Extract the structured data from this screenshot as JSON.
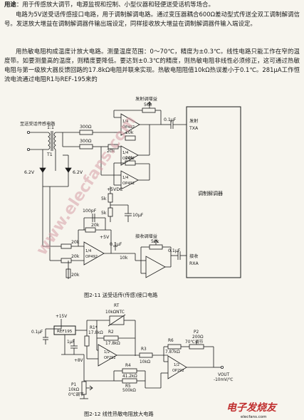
{
  "paragraphs": {
    "p1_lead": "用途",
    "p1_text": "：用于传感放大调节，电源监视和控制、小型仪器和轻便送受话机等场合。",
    "p2_text": "电路为5V送受话传感接口电路，用于调制解调电路。通过变压器耦合600Ω差动型式传送全双工调制解调信号。发送放大增益在调制解调器件输出端设定，同样接收放大增益在调制解调器件输入端设定。",
    "p3_text": "用热敏电阻构成温度计放大电路。测量温度范围：0～70℃，精度为±0.3℃。线性电路只能工作在窄的温度带。如要测量高的温度，则精度要降低。要达到±0.3℃的精度，则热敏电阻非线性必须修正，这可通过热敏电阻与第一级放大器反馈回路的17.8kΩ电阻并联来实现。热敏电阻阻值10kΩ热误差小于0.1℃。281μA工作恒流电流通过电阻R1与REF-195来的"
  },
  "figure1": {
    "caption": "图2-11  送受话传(传感)接口电路",
    "labels": {
      "tx_gain": "发射调增益",
      "line_side": "至送受话传感电路",
      "ratio": "1:1",
      "t1": "T1",
      "r300a": "300Ω",
      "r300b": "300Ω",
      "r20k_a": "20k",
      "r20k_b": "20k",
      "r20k_c": "20k",
      "r20k_d": "20k",
      "r20k_e": "20k",
      "r20k_f": "20k",
      "r20k_g": "20k",
      "r50k_a": "50k",
      "r50k_b": "50k",
      "r5k_a": "5k",
      "r5k_b": "5k",
      "r10k": "10k",
      "c01_a": "0.1μF",
      "c01_b": "0.1μF",
      "c01_c": "0.1μF",
      "c100p": "100pF",
      "c10u": "10μF",
      "z62a": "6.2V",
      "z62b": "6.2V",
      "v5dc": "+5VDC",
      "v5": "+5V",
      "op_a": "1/4",
      "op_a2": "OP492",
      "op_b": "1/4",
      "op_b2": "OP492",
      "op_c": "1/4",
      "op_c2": "OP492",
      "op_d": "1/4",
      "op_d2": "OP492",
      "modem": "调制解调器",
      "tx1": "发射",
      "tx2": "TXA",
      "rx_gain": "接收调增益",
      "rx1": "接收",
      "rx2": "RXA"
    }
  },
  "figure2": {
    "caption": "图2-12  线性热敏电阻放大电路",
    "labels": {
      "v15": "+15V",
      "c01": "0.1μF",
      "ref": "REF195",
      "c1u": "1μF",
      "r1": "R1*",
      "r1v": "17.8kΩ",
      "rt": "RT",
      "rtv": "10kΩNTC",
      "r2": "R2",
      "r2v": "17.8kΩ",
      "op1": "1/2",
      "op1b": "OP292",
      "r3": "R3",
      "r3v": "10kΩ",
      "r6": "R6",
      "r6v": "7.87kΩ",
      "p2": "P2",
      "p2v": "200Ω",
      "p2adj": "70℃调节",
      "op2": "1/2",
      "op2b": "OP292",
      "r4": "R4",
      "r4v": "41.2kΩ",
      "r5": "R5",
      "r5v": "500kΩ",
      "vout": "VOUT",
      "vout2": "-10mV/℃",
      "p1": "P1",
      "p1v": "10kΩ",
      "p1adj": "0℃调节",
      "gnd_v": "+8V"
    }
  },
  "watermark": "www.elecfans.com",
  "logo": "电子发烧友",
  "logo_sub": "elecfans.com"
}
